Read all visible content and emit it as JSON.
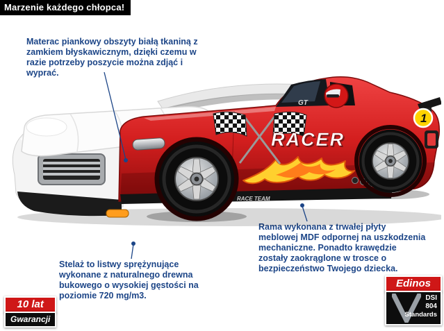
{
  "banner": {
    "text": "Marzenie każdego chłopca!"
  },
  "annotations": {
    "mattress": {
      "text": "Materac piankowy obszyty białą tkaniną z zamkiem błyskawicznym, dzięki czemu w razie potrzeby poszycie można zdjąć i wyprać."
    },
    "frame": {
      "text": "Rama wykonana z trwałej płyty meblowej MDF odpornej na uszkodzenia mechaniczne. Ponadto krawędzie zostały zaokrąglone w trosce o bezpieczeństwo Twojego dziecka."
    },
    "slats": {
      "text": "Stelaż to listwy sprężynujące wykonane z naturalnego drewna bukowego o wysokiej gęstości na poziomie 720 mg/m3."
    }
  },
  "badges": {
    "warranty": {
      "top": "10 lat",
      "bottom": "Gwarancji"
    },
    "brand": {
      "name": "Edinos",
      "cert": {
        "line1": "DSI",
        "line2": "804",
        "line3": "Standards"
      }
    }
  },
  "car": {
    "decals": {
      "side_text": "RACER",
      "cockpit_text": "GT",
      "number": "1",
      "rocker_text": "RACE TEAM"
    }
  },
  "colors": {
    "annotation_text": "#1c4587",
    "banner_bg": "#000000",
    "badge_red": "#cf1717",
    "badge_black": "#0d0d0d",
    "car_red": "#d41f1f",
    "flame_yellow": "#ffd02e",
    "number_yellow": "#ffd200"
  }
}
